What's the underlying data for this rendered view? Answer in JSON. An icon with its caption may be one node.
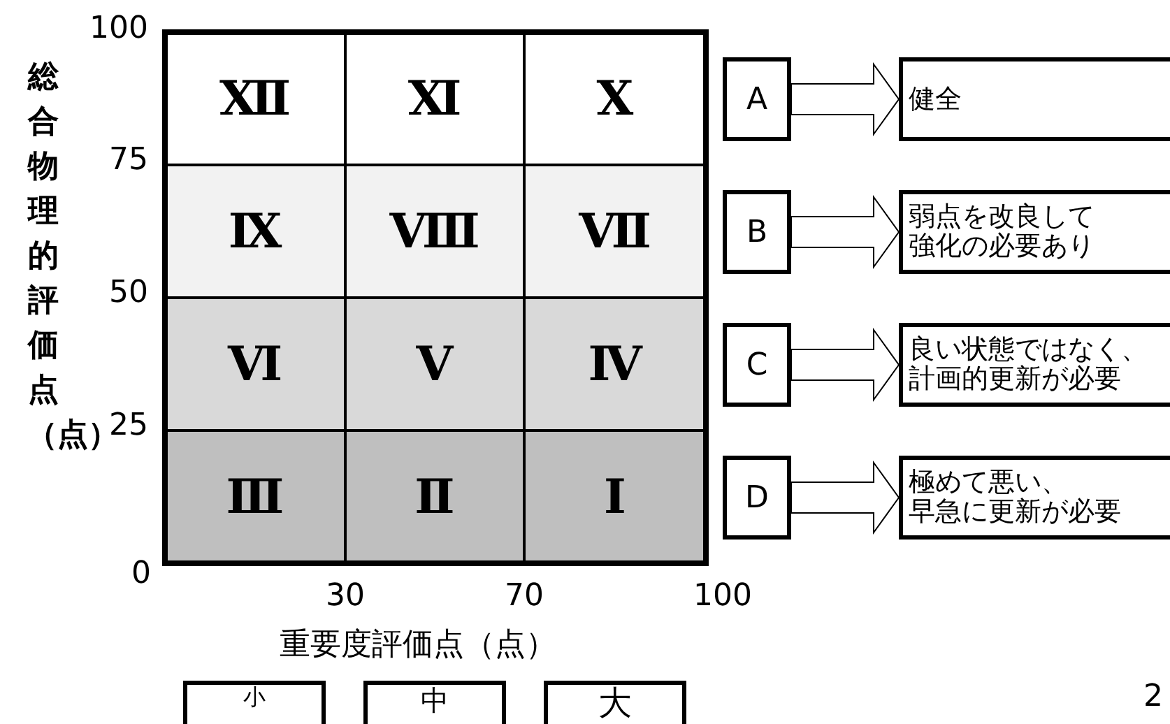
{
  "diagram": {
    "nodes": [
      {
        "text": [
          "Ⅻ"
        ]
      },
      {
        "text": [
          "Ⅺ"
        ]
      },
      {
        "text": [
          "Ⅹ"
        ]
      },
      {
        "text": [
          "Ⅸ"
        ]
      },
      {
        "text": [
          "Ⅷ"
        ]
      },
      {
        "text": [
          "Ⅶ"
        ]
      },
      {
        "text": [
          "Ⅵ"
        ]
      },
      {
        "text": [
          "Ⅴ"
        ]
      },
      {
        "text": [
          "Ⅳ"
        ]
      },
      {
        "text": [
          "Ⅲ"
        ]
      },
      {
        "text": [
          "Ⅱ"
        ]
      },
      {
        "text": [
          "Ⅰ"
        ]
      },
      {
        "text": [
          "A"
        ]
      },
      {
        "text": [
          "健全"
        ]
      },
      {
        "text": [
          "B"
        ]
      },
      {
        "text": [
          "弱点を改良して強化の必要あり"
        ]
      },
      {
        "text": [
          "C"
        ]
      },
      {
        "text": [
          "良い状態ではなく、計画的更新が必要"
        ]
      },
      {
        "text": [
          "D"
        ]
      },
      {
        "text": [
          "極めて悪い、早急に更新が必要"
        ]
      },
      {
        "text": [
          "小"
        ]
      },
      {
        "text": [
          "中"
        ]
      },
      {
        "text": [
          "大"
        ]
      }
    ],
    "edges": [
      {
        "from": 12,
        "to": 13,
        "arrow": "to"
      },
      {
        "from": 14,
        "to": 15,
        "arrow": "to"
      },
      {
        "from": 16,
        "to": 17,
        "arrow": "to"
      },
      {
        "from": 18,
        "to": 19,
        "arrow": "to"
      }
    ],
    "labels": [
      "100",
      "75",
      "50",
      "25",
      "0",
      "30",
      "70",
      "100",
      "総合物理的評価点（点）",
      "重要度評価点（点）",
      "2"
    ]
  }
}
